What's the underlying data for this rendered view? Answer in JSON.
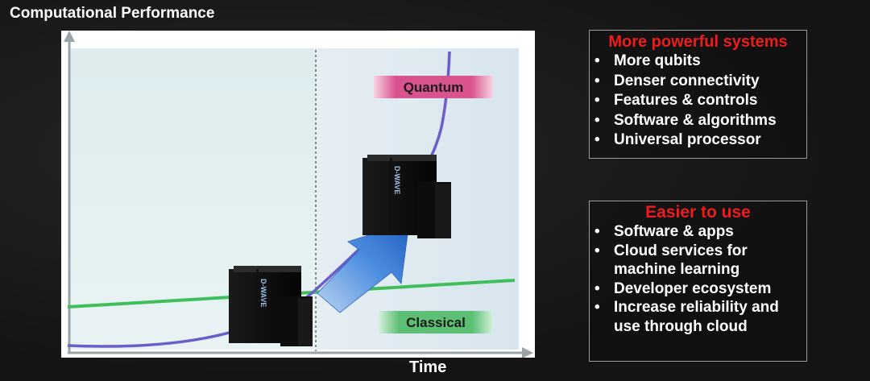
{
  "title": "Computational Performance",
  "x_axis_label": "Time",
  "curve_labels": {
    "quantum": "Quantum",
    "classical": "Classical"
  },
  "machine_brand": "D-WAVE",
  "panels": {
    "systems": {
      "heading": "More powerful systems",
      "items": [
        "More qubits",
        "Denser connectivity",
        "Features & controls",
        "Software & algorithms",
        "Universal processor"
      ]
    },
    "ease": {
      "heading": "Easier to use",
      "items": [
        "Software & apps",
        "Cloud services for machine learning",
        "Developer ecosystem",
        "Increase reliability and use through cloud"
      ]
    }
  },
  "colors": {
    "quantum_curve": "#6a5fc8",
    "classical_line": "#3fbf5c",
    "quantum_label_bg": "#d9548f",
    "classical_label_bg": "#5dbf73",
    "heading_red": "#ee1c1c",
    "arrow_blue": "#3d7fd6"
  }
}
